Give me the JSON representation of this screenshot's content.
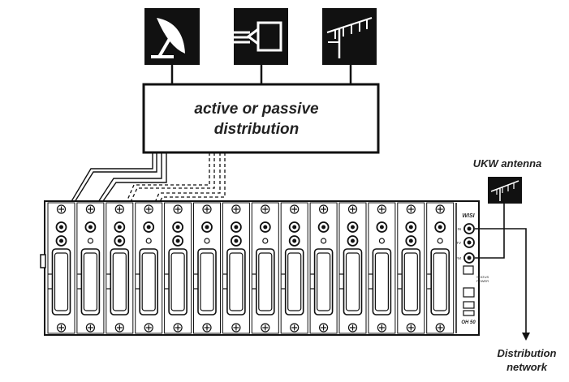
{
  "distribution_box": {
    "line1": "active or passive",
    "line2": "distribution"
  },
  "sources": [
    {
      "icon": "satellite-dish-icon"
    },
    {
      "icon": "cable-connector-icon"
    },
    {
      "icon": "terrestrial-antenna-icon"
    }
  ],
  "ukw": {
    "label": "UKW antenna",
    "icon": "ukw-antenna-icon"
  },
  "output": {
    "line1": "Distribution",
    "line2": "network"
  },
  "headend": {
    "module_count": 14,
    "brand": "WISI",
    "model": "OH 50",
    "port_labels": [
      "IN",
      "TV",
      "FM"
    ],
    "status_labels": [
      "STATUS",
      "POWER"
    ]
  }
}
